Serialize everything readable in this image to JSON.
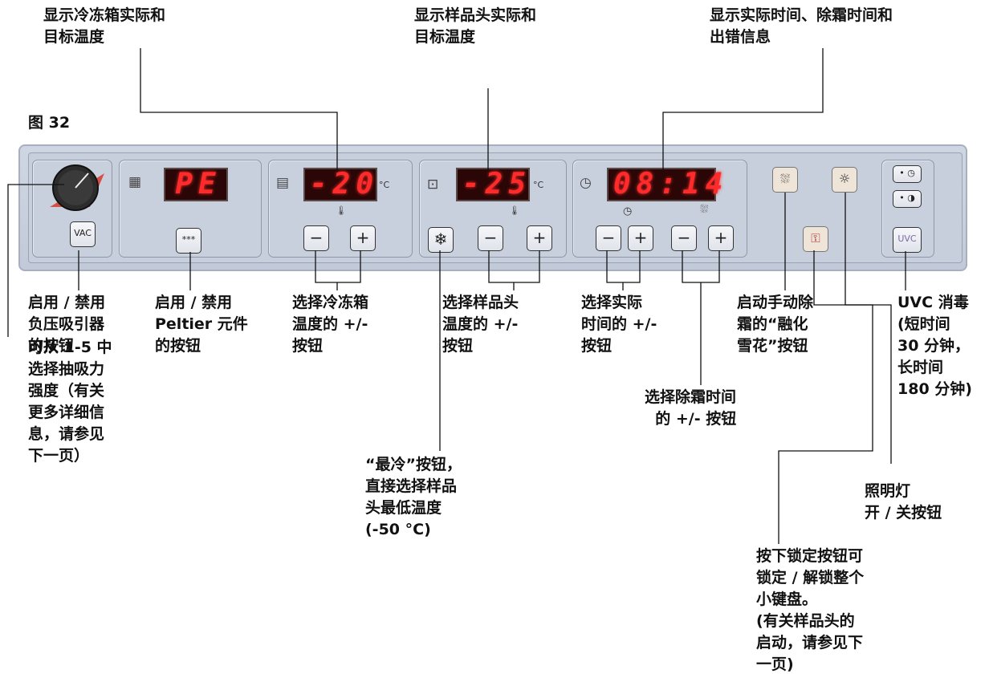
{
  "figure_label": "图 32",
  "callouts": {
    "freezer_display": "显示冷冻箱实际和\n目标温度",
    "head_display": "显示样品头实际和\n目标温度",
    "time_display": "显示实际时间、除霜时间和\n出错信息",
    "vac_button": "启用 / 禁用\n负压吸引器\n的按钮",
    "peltier_button": "启用 / 禁用\nPeltier 元件\n的按钮",
    "freezer_temp_buttons": "选择冷冻箱\n温度的 +/-\n按钮",
    "head_temp_buttons": "选择样品头\n温度的 +/-\n按钮",
    "time_buttons": "选择实际\n时间的 +/-\n按钮",
    "defrost_button": "启动手动除\n霜的“融化\n雪花”按钮",
    "uvc": "UVC 消毒\n(短时间\n30 分钟，\n长时间\n180 分钟)",
    "defrost_time_buttons": "选择除霜时间\n  的 +/- 按钮",
    "suction_knob": "可从 1-5 中\n选择抽吸力\n强度（有关\n更多详细信\n息，请参见\n下一页）",
    "coldest_button": "“最冷”按钮，\n直接选择样品\n头最低温度\n(-50 °C)",
    "light_button": "照明灯\n开 / 关按钮",
    "lock_button": "按下锁定按钮可\n锁定 / 解锁整个\n小键盘。\n(有关样品头的\n启动，请参见下\n一页)"
  },
  "panel": {
    "display_pe": "PE",
    "display_freezer": "-20",
    "display_head": "-25",
    "display_time": "08:14",
    "unit": "°C",
    "vac_label": "VAC",
    "peltier_label": "***",
    "minus": "−",
    "plus": "+",
    "uvc_label": "UVC"
  }
}
